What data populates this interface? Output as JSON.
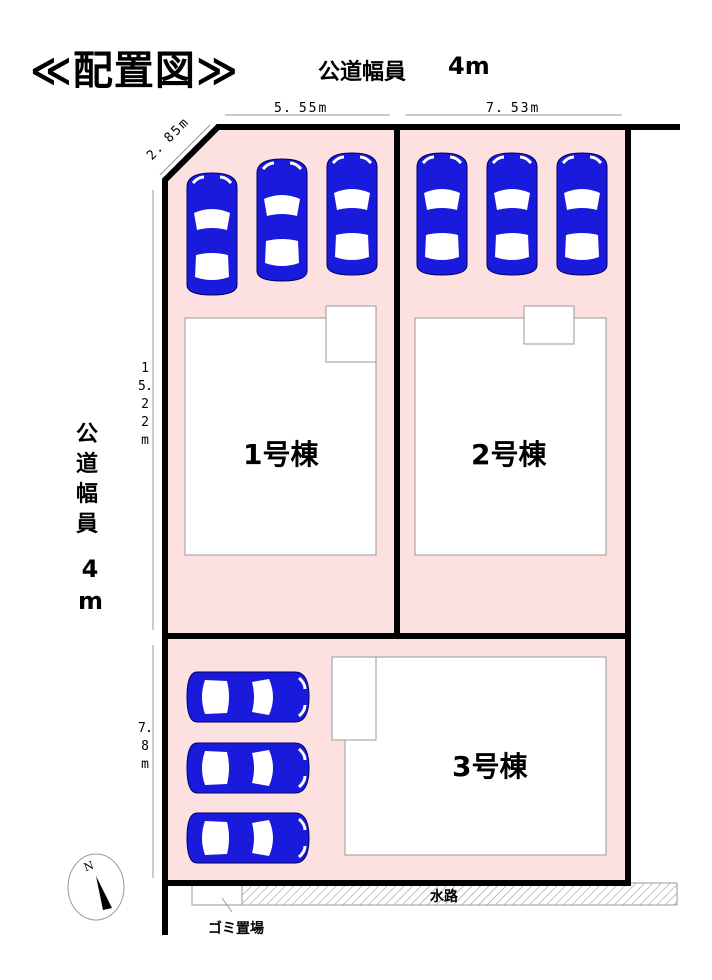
{
  "title": "≪配置図≫",
  "road_top": {
    "label": "公道幅員",
    "width": "4m"
  },
  "road_left": {
    "label": "公道幅員",
    "width": "4m"
  },
  "dimensions": {
    "top_lot1": "5．55m",
    "top_lot2": "7．53m",
    "corner": "2．85m",
    "left_upper": "15．22m",
    "left_lower": "7．8m"
  },
  "buildings": [
    "1号棟",
    "2号棟",
    "3号棟"
  ],
  "waterway": "水路",
  "garbage": "ゴミ置場",
  "compass": "N",
  "colors": {
    "lot_fill": "#fde0e0",
    "car": "#1a1adc",
    "boundary": "#000000"
  }
}
